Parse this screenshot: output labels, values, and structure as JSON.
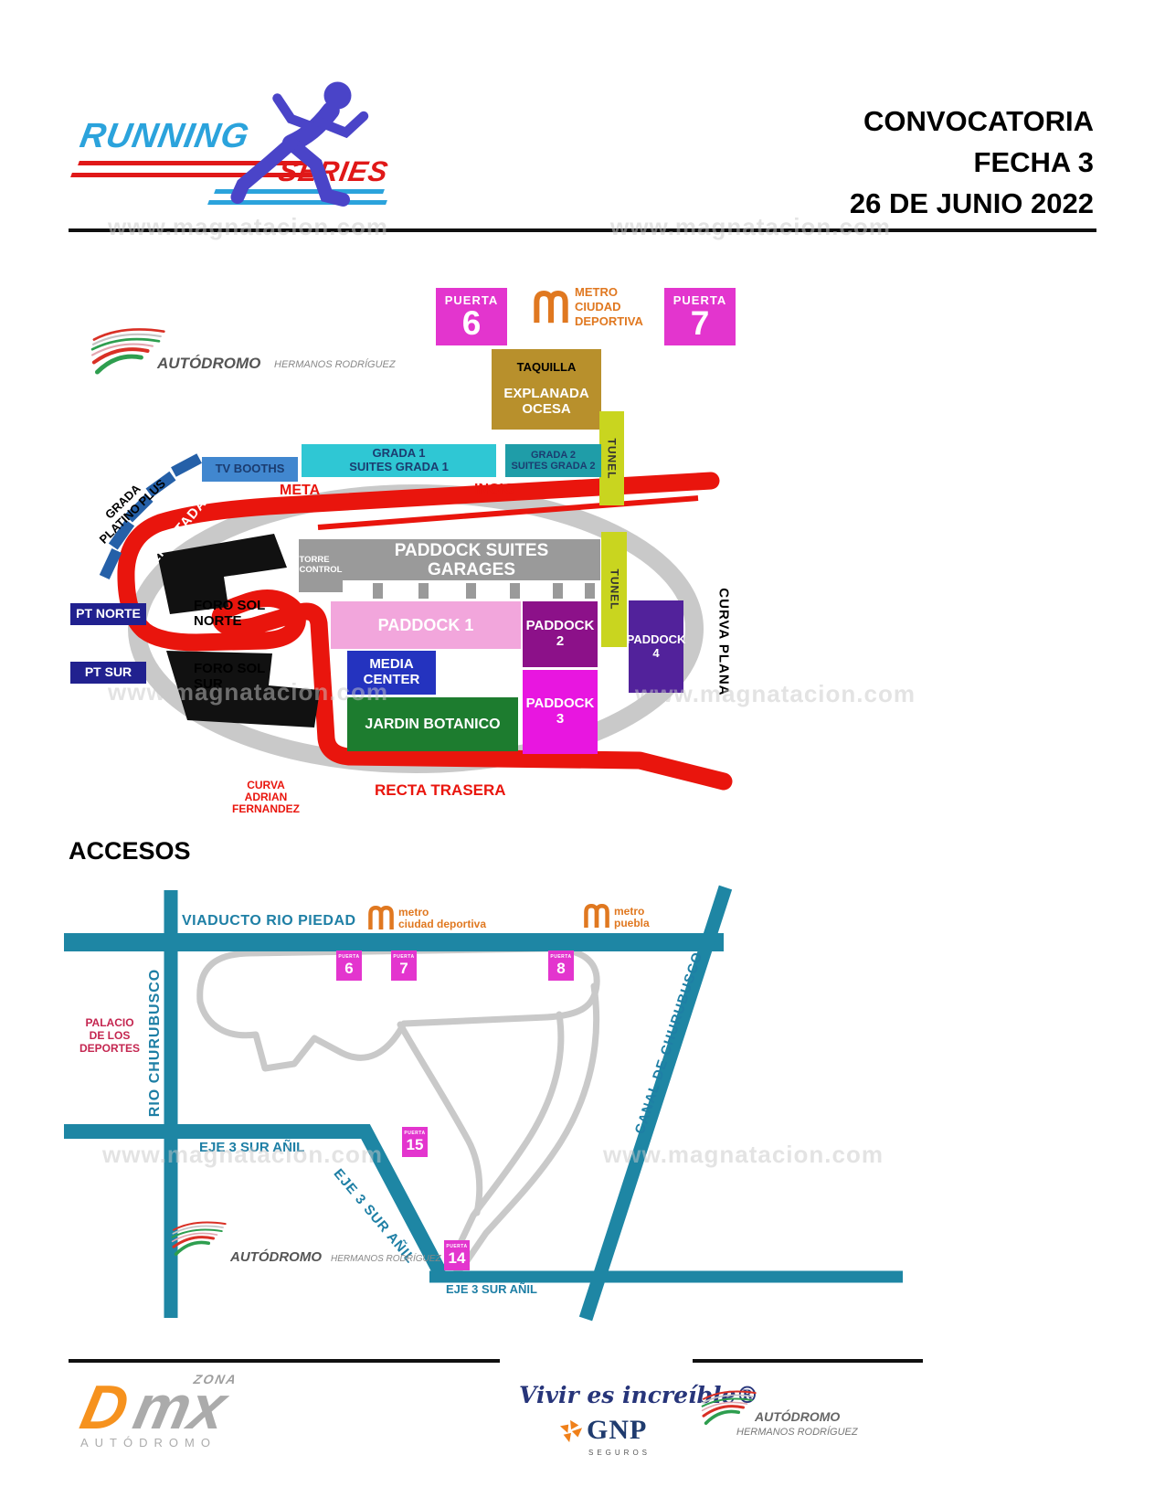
{
  "watermark": "www.magnatacion.com",
  "colors": {
    "magenta": "#E335CE",
    "track_red": "#E9150D",
    "track_gray": "#C9C9C9",
    "road_teal": "#1E86A4",
    "label_teal": "#1E7FA5",
    "explanada_gold": "#B8902C",
    "tv_blue": "#4187CF",
    "grada1_cyan": "#2FC7D4",
    "grada2_teal": "#1F9DA8",
    "tunel_yellow": "#C9D51F",
    "platino_blue": "#2560A8",
    "pt_navy": "#21218F",
    "garage_gray": "#9A9A9A",
    "paddock1_pink": "#F2A6DC",
    "paddock2_purple": "#8C1189",
    "paddock3_magenta": "#E816E0",
    "paddock4_indigo": "#52229B",
    "media_blue": "#2433BF",
    "jardin_green": "#1D7C2F",
    "metro_orange": "#E07820",
    "palacio_red": "#C42650",
    "navy_text": "#1B3C70",
    "running_blue": "#2BA3DC",
    "series_red": "#E01818",
    "runner_violet": "#4A44C8",
    "dmx_orange": "#F6921E",
    "dmx_gray": "#ABABAB",
    "gnp_navy": "#27357A",
    "watermark_gray": "#C9C9C9"
  },
  "header": {
    "logo_running": "RUNNING",
    "logo_series": "SERIES",
    "line1": "CONVOCATORIA",
    "line2": "FECHA 3",
    "line3": "26 DE JUNIO 2022"
  },
  "autodromo": {
    "name": "AUTÓDROMO",
    "subname": "HERMANOS RODRÍGUEZ"
  },
  "circuit_map": {
    "puerta_word": "PUERTA",
    "puerta6_num": "6",
    "puerta7_num": "7",
    "metro_station": "METRO\nCIUDAD\nDEPORTIVA",
    "taquilla": "TAQUILLA",
    "explanada": "EXPLANADA\nOCESA",
    "tv_booths": "TV BOOTHS",
    "grada1": "GRADA 1\nSUITES GRADA 1",
    "grada2": "GRADA 2\nSUITES GRADA 2",
    "tunel": "TUNEL",
    "meta": "META",
    "incio": "INCIO",
    "grada_platino": "GRADA\nPLATINO PLUS",
    "peraltada": "PERALTADA",
    "torre_control": "TORRE\nCONTROL",
    "paddock_suites": "PADDOCK SUITES\nGARAGES",
    "pt_norte": "PT NORTE",
    "pt_sur": "PT SUR",
    "foro_sol_norte": "FORO SOL\nNORTE",
    "foro_sol_sur": "FORO SOL\nSUR",
    "paddock1": "PADDOCK 1",
    "paddock2": "PADDOCK\n2",
    "paddock3": "PADDOCK\n3",
    "paddock4": "PADDOCK\n4",
    "media_center": "MEDIA\nCENTER",
    "jardin": "JARDIN BOTANICO",
    "curva_plana": "CURVA PLANA",
    "curva_af": "CURVA\nADRIAN FERNANDEZ",
    "recta_trasera": "RECTA TRASERA"
  },
  "accesos": {
    "heading": "ACCESOS",
    "viaducto": "VIADUCTO RIO PIEDAD",
    "metro_cd": "metro\nciudad deportiva",
    "metro_puebla": "metro\npuebla",
    "puerta_word": "PUERTA",
    "puerta6": "6",
    "puerta7": "7",
    "puerta8": "8",
    "puerta15": "15",
    "puerta14": "14",
    "palacio": "PALACIO\nDE LOS\nDEPORTES",
    "rio_churubusco": "RIO CHURUBUSCO",
    "eje3_left": "EJE 3 SUR AÑIL",
    "eje3_diag": "EJE 3 SUR AÑIL",
    "eje3_bottom": "EJE 3 SUR AÑIL",
    "canal": "CANAL DE CHURUBUSCO"
  },
  "footer": {
    "zona": "ZONA",
    "dmx_d": "D",
    "dmx_mx": "mx",
    "dmx_sub": "AUTÓDROMO",
    "gnp_tagline": "Vivir es increíble®",
    "gnp": "GNP",
    "gnp_seguros": "SEGUROS"
  }
}
